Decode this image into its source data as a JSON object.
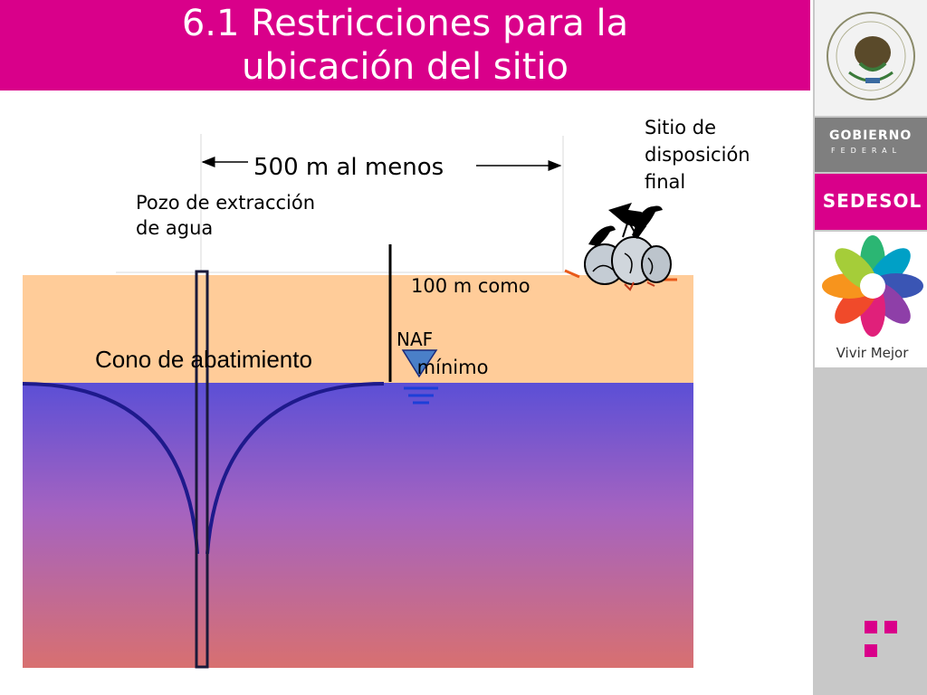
{
  "slide": {
    "title_line1": "6.1  Restricciones para la",
    "title_line2": "ubicación del sitio"
  },
  "diagram": {
    "distance_label": "500 m al menos",
    "well_label_line1": "Pozo de extracción",
    "well_label_line2": "de agua",
    "site_label_line1": "Sitio de",
    "site_label_line2": "disposición",
    "site_label_line3": "final",
    "min_label_line1": "100 m como",
    "min_label_line2": " mínimo",
    "naf_label": "NAF",
    "cone_label": "Cono de abatimiento"
  },
  "sidebar": {
    "gobierno_line1": "GOBIERNO",
    "gobierno_line2": "FEDERAL",
    "sedesol": "SEDESOL",
    "vivir_mejor": "Vivir Mejor"
  },
  "colors": {
    "title_bg": "#d9008a",
    "soil": "#ffcc99",
    "water_top": "#5b4fd6",
    "water_bottom": "#d87070",
    "cone_line": "#1e1a8c",
    "naf_triangle": "#4a7fc8"
  }
}
